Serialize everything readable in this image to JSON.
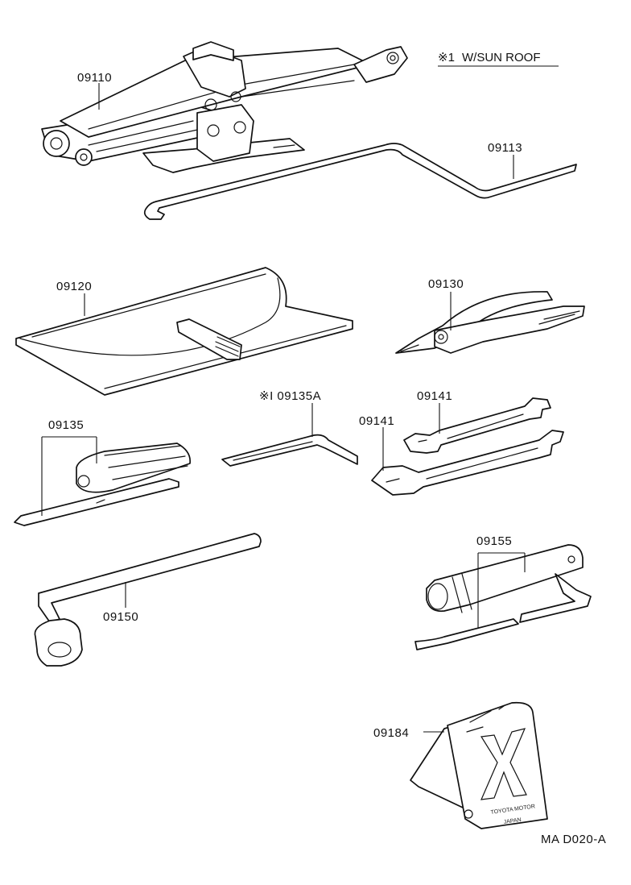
{
  "note": {
    "mark": "※1",
    "text": "W/SUN ROOF"
  },
  "drawing_code": "MA D020-A",
  "parts": [
    {
      "id": "jack",
      "number": "09110"
    },
    {
      "id": "jack-handle",
      "number": "09113"
    },
    {
      "id": "tool-bag",
      "number": "09120"
    },
    {
      "id": "pliers",
      "number": "09130"
    },
    {
      "id": "screwdriver",
      "number": "09135"
    },
    {
      "id": "sunroof-wrench",
      "number": "※I 09135A"
    },
    {
      "id": "open-wrench-upper",
      "number": "09141"
    },
    {
      "id": "open-wrench-lower",
      "number": "09141"
    },
    {
      "id": "wheel-nut-wrench",
      "number": "09150"
    },
    {
      "id": "socket-wrench",
      "number": "09155"
    },
    {
      "id": "triangle-plate",
      "number": "09184"
    }
  ],
  "plate_text": {
    "line1": "TOYOTA MOTOR",
    "line2": "JAPAN"
  }
}
